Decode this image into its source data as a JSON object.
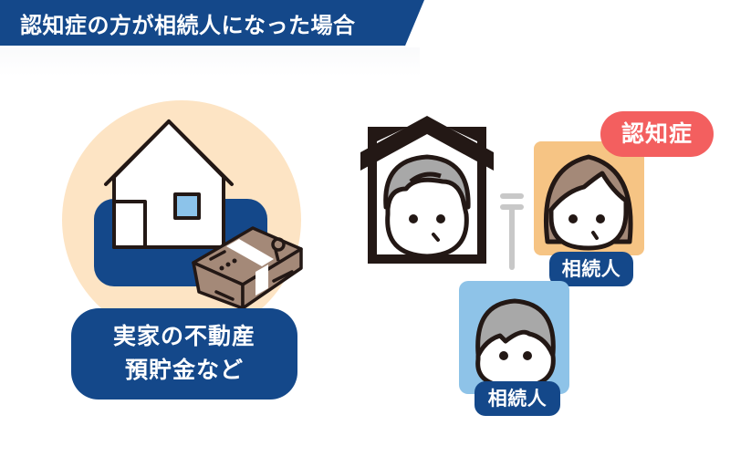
{
  "header": {
    "title": "認知症の方が相続人になった場合",
    "background_color": "#14488a"
  },
  "assets": {
    "label_line1": "実家の不動産",
    "label_line2": "預貯金など",
    "icons": [
      "house-icon",
      "money-bundle-icon"
    ],
    "circle_color": "#fde4c4",
    "label_color": "#14488a"
  },
  "decedent": {
    "icon": "memorial-frame-icon",
    "face": "elderly-man-face-icon"
  },
  "relation": {
    "symbol": "〒-shaped equals connector",
    "color": "#c8c8c8"
  },
  "heirs": [
    {
      "label": "相続人",
      "face": "woman-face-icon",
      "background_color": "#f6c484",
      "badge": "認知症",
      "badge_color": "#f35f5f"
    },
    {
      "label": "相続人",
      "face": "man-face-icon",
      "background_color": "#8ec3e8"
    }
  ]
}
